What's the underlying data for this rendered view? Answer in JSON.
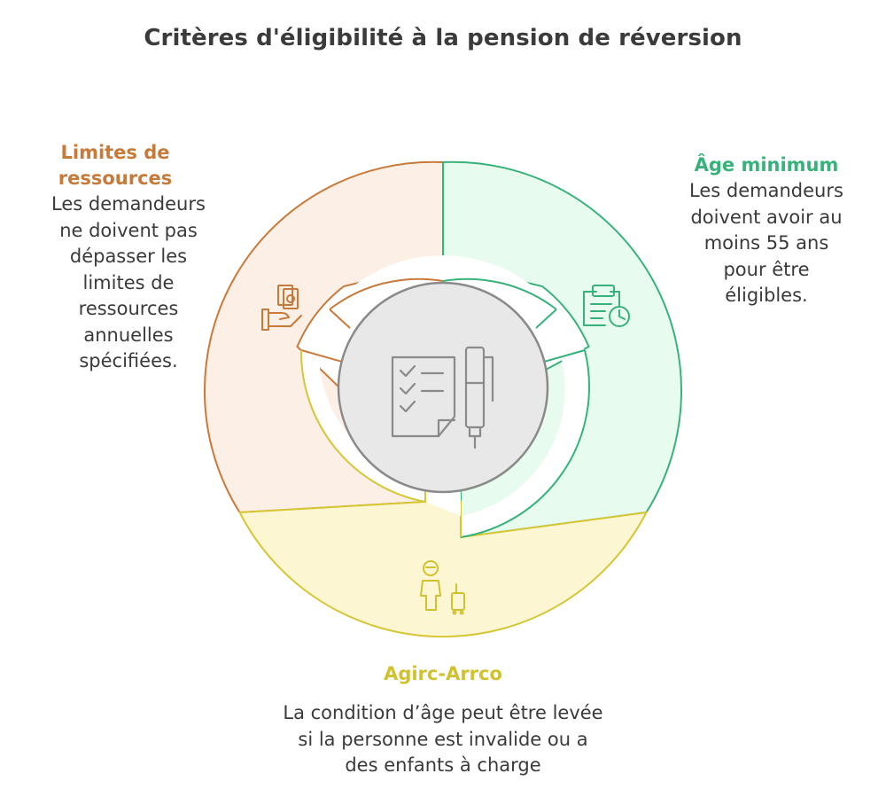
{
  "title": "Critères d'éligibilité à la pension de réversion",
  "colors": {
    "orange": "#c77a3a",
    "green": "#37b27a",
    "yellow": "#d2c12f",
    "center": "#e8e8e8"
  },
  "center": {
    "icon": "checklist-and-pen-icon"
  },
  "segments": [
    {
      "id": "ressources",
      "heading": "Limites de ressources",
      "heading_lines": [
        "Limites de",
        "ressources"
      ],
      "text_lines": [
        "Les demandeurs",
        "ne doivent pas",
        "dépasser les",
        "limites de",
        "ressources",
        "annuelles",
        "spécifiées."
      ],
      "icon": "money-in-hand-icon"
    },
    {
      "id": "age",
      "heading": "Âge minimum",
      "text_lines": [
        "Les demandeurs",
        "doivent avoir au",
        "moins 55 ans",
        "pour être",
        "éligibles."
      ],
      "icon": "clipboard-clock-icon"
    },
    {
      "id": "agirc",
      "heading": "Agirc-Arrco",
      "text_lines": [
        "La condition d’âge peut être levée",
        "si la personne est invalide ou a",
        "des enfants à charge"
      ],
      "icon": "person-with-luggage-icon"
    }
  ]
}
